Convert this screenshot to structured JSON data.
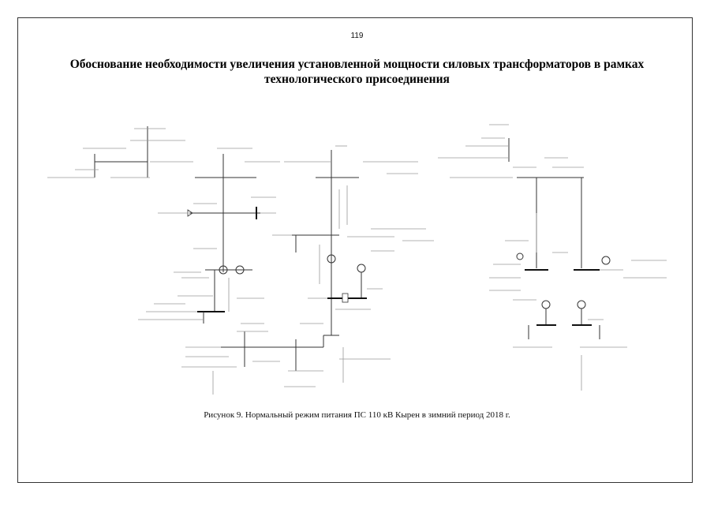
{
  "document": {
    "page_number": "119",
    "title_line1": "Обоснование необходимости увеличения установленной мощности силовых трансформаторов в рамках",
    "title_line2": "технологического присоединения",
    "caption": "Рисунок 9. Нормальный режим питания ПС 110 кВ Кырен в зимний период 2018 г."
  }
}
